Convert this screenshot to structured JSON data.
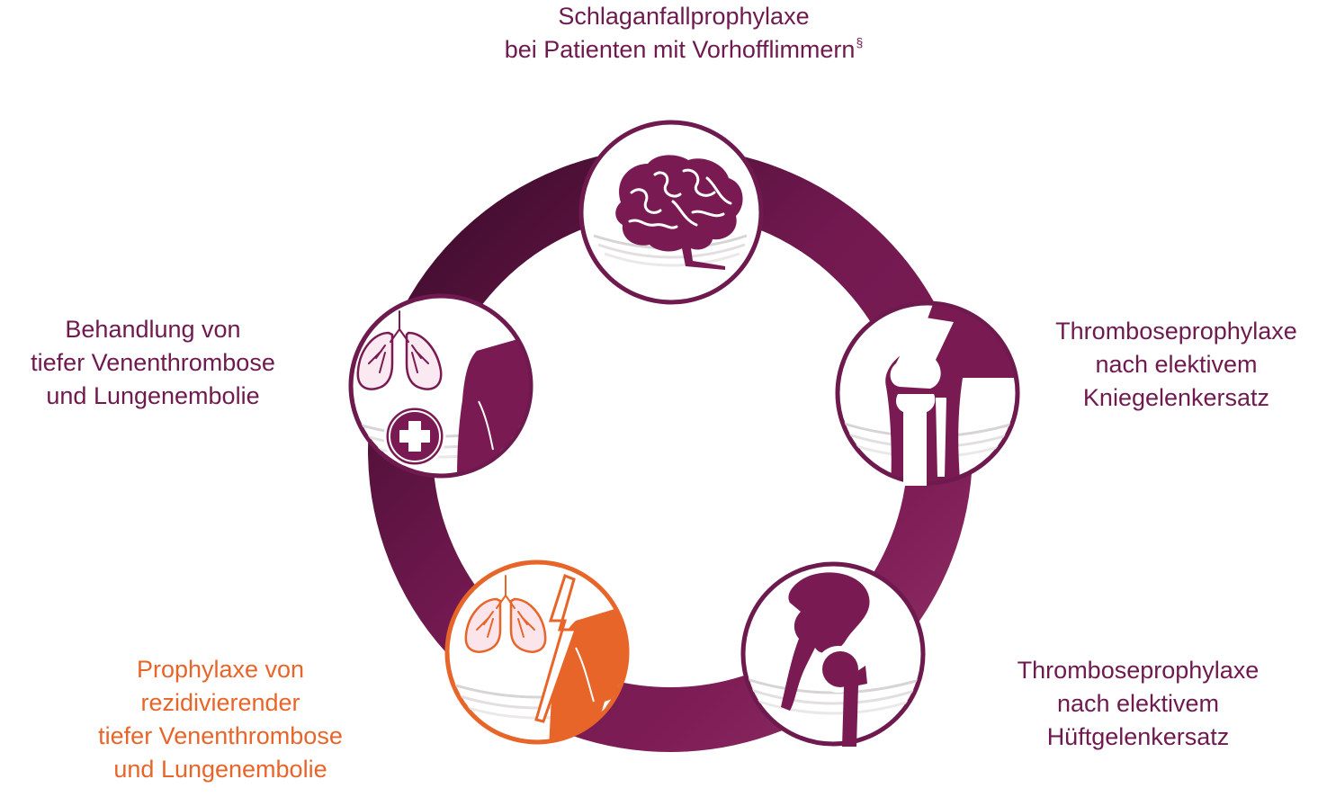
{
  "labels": {
    "stroke": {
      "line1": "Schlaganfallprophylaxe",
      "line2": "bei Patienten mit Vorhofflimmern",
      "footnote_mark": "§"
    },
    "dvt_treatment": {
      "line1": "Behandlung von",
      "line2": "tiefer Venenthrombose",
      "line3": "und Lungenembolie"
    },
    "knee": {
      "line1": "Thromboseprophylaxe",
      "line2": "nach elektivem",
      "line3": "Kniegelenkersatz"
    },
    "hip": {
      "line1": "Thromboseprophylaxe",
      "line2": "nach elektivem",
      "line3": "Hüftgelenkersatz"
    },
    "recurrent": {
      "line1": "Prophylaxe von",
      "line2": "rezidivierender",
      "line3": "tiefer Venenthrombose",
      "line4": "und Lungenembolie"
    }
  },
  "icons": [
    "brain-icon",
    "knee-joint-icon",
    "hip-joint-icon",
    "lungs-leg-lightning-icon",
    "lungs-leg-cross-icon"
  ],
  "colors": {
    "ring_dark": "#3d0c2b",
    "ring_main": "#7a1a52",
    "ring_light": "#8f2a62",
    "icon_plum": "#6f1a4f",
    "accent_orange": "#e8652a",
    "text_plum": "#6f1a4f",
    "text_orange": "#e8652a"
  }
}
